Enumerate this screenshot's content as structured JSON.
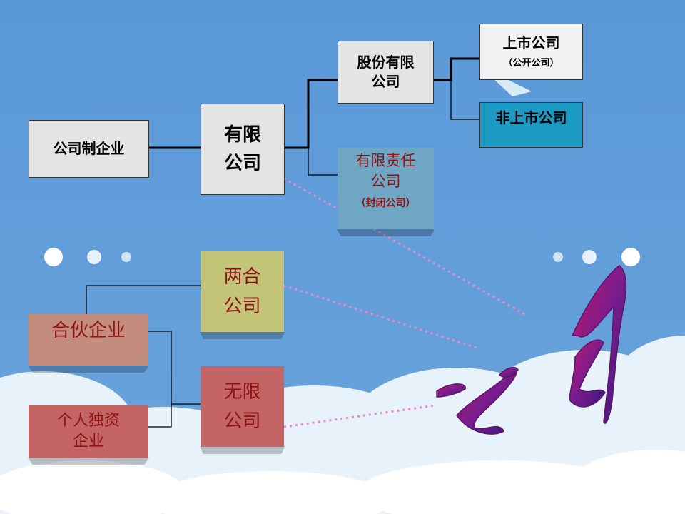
{
  "diagram": {
    "root": {
      "label": "公司制企业"
    },
    "limited": {
      "line1": "有限",
      "line2": "公司"
    },
    "joint_stock": {
      "line1": "股份有限",
      "line2": "公司"
    },
    "listed": {
      "label": "上市公司",
      "sub": "（公开公司）"
    },
    "unlisted": {
      "label": "非上市公司"
    },
    "llc": {
      "line1": "有限责任",
      "line2": "公司",
      "sub": "（封闭公司）"
    },
    "partnership": {
      "label": "合伙企业"
    },
    "sole": {
      "line1": "个人独资",
      "line2": "企业"
    },
    "mixed": {
      "line1": "两合",
      "line2": "公司"
    },
    "unlimited": {
      "line1": "无限",
      "line2": "公司"
    },
    "calligraphy": "公司"
  },
  "colors": {
    "sky": "#5c9ad6",
    "box_gray": "#e4e4e4",
    "unlisted": "#1c9ac4",
    "llc": "#6fa6c4",
    "partnership": "#c48c7c",
    "sole": "#c46464",
    "mixed": "#c4c478",
    "unlimited": "#c46464",
    "red_text": "#8c1414",
    "dotted": "#ee88cc"
  }
}
